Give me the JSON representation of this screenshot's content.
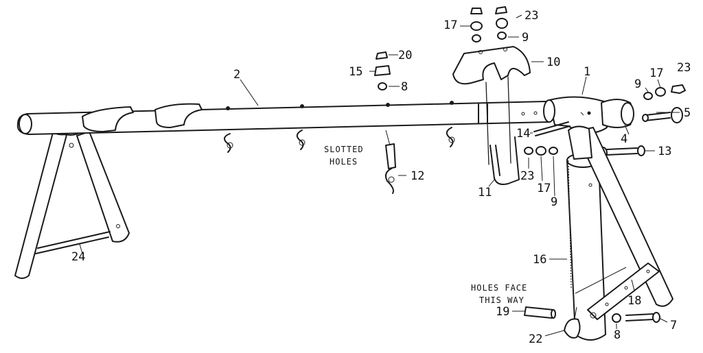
{
  "callouts": [
    {
      "id": "c1",
      "text": "1"
    },
    {
      "id": "c2",
      "text": "2"
    },
    {
      "id": "c4",
      "text": "4"
    },
    {
      "id": "c5",
      "text": "5"
    },
    {
      "id": "c7",
      "text": "7"
    },
    {
      "id": "c8a",
      "text": "8"
    },
    {
      "id": "c8b",
      "text": "8"
    },
    {
      "id": "c9a",
      "text": "9"
    },
    {
      "id": "c9b",
      "text": "9"
    },
    {
      "id": "c9c",
      "text": "9"
    },
    {
      "id": "c10",
      "text": "10"
    },
    {
      "id": "c11",
      "text": "11"
    },
    {
      "id": "c12",
      "text": "12"
    },
    {
      "id": "c13",
      "text": "13"
    },
    {
      "id": "c14",
      "text": "14"
    },
    {
      "id": "c15",
      "text": "15"
    },
    {
      "id": "c16",
      "text": "16"
    },
    {
      "id": "c17a",
      "text": "17"
    },
    {
      "id": "c17b",
      "text": "17"
    },
    {
      "id": "c17c",
      "text": "17"
    },
    {
      "id": "c18",
      "text": "18"
    },
    {
      "id": "c19",
      "text": "19"
    },
    {
      "id": "c20",
      "text": "20"
    },
    {
      "id": "c22",
      "text": "22"
    },
    {
      "id": "c23a",
      "text": "23"
    },
    {
      "id": "c23b",
      "text": "23"
    },
    {
      "id": "c23c",
      "text": "23"
    },
    {
      "id": "c24",
      "text": "24"
    }
  ],
  "notes": {
    "slotted_line1": "SLOTTED",
    "slotted_line2": "HOLES",
    "holes_line1": "HOLES FACE",
    "holes_line2": "THIS WAY"
  }
}
